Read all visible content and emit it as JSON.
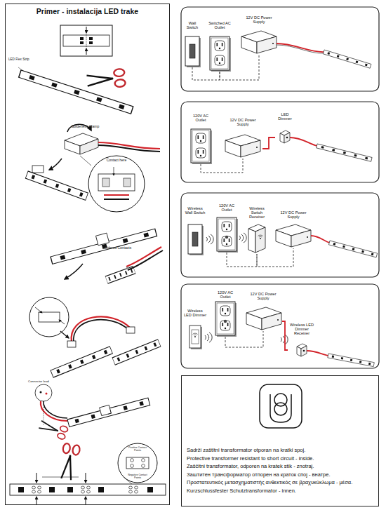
{
  "diagram": {
    "nodes": [
      {
        "text": [
          "Primer - instalacija LED trake"
        ]
      },
      {
        "text": [
          "Wall Switch"
        ]
      },
      {
        "text": [
          "Switched AC Outlet"
        ]
      },
      {
        "text": [
          "12V DC Power Supply"
        ]
      },
      {
        "text": [
          "120V AC Outlet"
        ]
      },
      {
        "text": [
          "12V DC Power Supply"
        ]
      },
      {
        "text": [
          "LED Dimmer"
        ]
      },
      {
        "text": [
          "Wireless Wall Switch"
        ]
      },
      {
        "text": [
          "120V AC Outlet"
        ]
      },
      {
        "text": [
          "Wireless Switch Receiver"
        ]
      },
      {
        "text": [
          "12V DC Power Supply"
        ]
      },
      {
        "text": [
          "Wireless LED Dimmer"
        ]
      },
      {
        "text": [
          "120V AC Outlet"
        ]
      },
      {
        "text": [
          "12V DC Power Supply"
        ]
      },
      {
        "text": [
          "Wireless LED Dimmer Receiver"
        ]
      },
      {
        "text": [
          "Sadrži zaštitni transformator otporan na kratki spoj.",
          "Protective transformer resistant to short circuit - inside.",
          "Zaščitni transformator, odporen na kratek stik - znotraj.",
          "Заштитен трансформатор отпорен на краток спој - внатре.",
          "Προστατευτικός μετασχηματιστής ανθεκτικός σε βραχυκύκλωμα - μέσα.",
          "Kurzschlussfester Schutztransformator - innen."
        ]
      }
    ],
    "edges": [
      {
        "from": 1,
        "to": 2,
        "arrow": "none"
      },
      {
        "from": 2,
        "to": 3,
        "arrow": "none"
      },
      {
        "from": 4,
        "to": 5,
        "arrow": "none"
      },
      {
        "from": 5,
        "to": 6,
        "arrow": "none"
      },
      {
        "from": 8,
        "to": 9,
        "arrow": "none"
      },
      {
        "from": 9,
        "to": 10,
        "arrow": "none"
      },
      {
        "from": 12,
        "to": 13,
        "arrow": "none"
      },
      {
        "from": 13,
        "to": 14,
        "arrow": "none"
      }
    ],
    "labels": [
      "LED Flex Strip",
      "Solderless Clamp",
      "Contact here",
      "Soldered Contacts",
      "Connector lead",
      "Positive Contact Points",
      "Negative Contact Points"
    ]
  }
}
